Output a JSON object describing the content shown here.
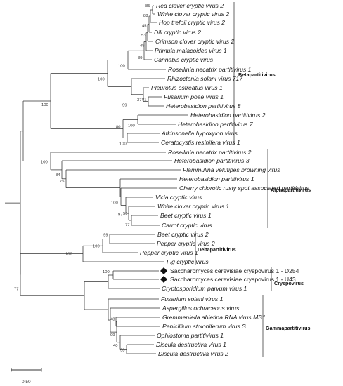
{
  "tree": {
    "leaves": [
      {
        "id": "l1",
        "name": "Red clover cryptic virus 2"
      },
      {
        "id": "l2",
        "name": "White clover cryptic virus 2"
      },
      {
        "id": "l3",
        "name": "Hop trefoil cryptic virus 2"
      },
      {
        "id": "l4",
        "name": "Dill cryptic virus 2"
      },
      {
        "id": "l5",
        "name": "Crimson clover cryptic virus 2"
      },
      {
        "id": "l6",
        "name": "Primula malacoides virus 1"
      },
      {
        "id": "l7",
        "name": "Cannabis cryptic virus"
      },
      {
        "id": "l8",
        "name": "Rosellinia necatrix partitivirus 1"
      },
      {
        "id": "l9",
        "name": "Rhizoctonia solani virus 717"
      },
      {
        "id": "l10",
        "name": "Pleurotus ostreatus virus 1"
      },
      {
        "id": "l11",
        "name": "Fusarium poae virus 1"
      },
      {
        "id": "l12",
        "name": "Heterobasidion partitivirus 8"
      },
      {
        "id": "l13",
        "name": "Heterobasidion partitivirus 2"
      },
      {
        "id": "l14",
        "name": "Heterobasidion partitivirus 7"
      },
      {
        "id": "l15",
        "name": "Atkinsonella hypoxylon virus"
      },
      {
        "id": "l16",
        "name": "Ceratocystis resinifera virus 1"
      },
      {
        "id": "l17",
        "name": "Rosellinia necatrix partitivirus 2"
      },
      {
        "id": "l18",
        "name": "Heterobasidion partitivirus 3"
      },
      {
        "id": "l19",
        "name": "Flammulina velutipes browning virus"
      },
      {
        "id": "l20",
        "name": "Heterobasidion partitivirus 1"
      },
      {
        "id": "l21",
        "name": "Cherry chlorotic rusty spot associated partitivirus"
      },
      {
        "id": "l22",
        "name": "Vicia cryptic virus"
      },
      {
        "id": "l23",
        "name": "White clover cryptic virus 1"
      },
      {
        "id": "l24",
        "name": "Beet cryptic virus 1"
      },
      {
        "id": "l25",
        "name": "Carrot cryptic virus"
      },
      {
        "id": "l26",
        "name": "Beet cryptic virus 2"
      },
      {
        "id": "l27",
        "name": "Pepper cryptic virus 2"
      },
      {
        "id": "l28",
        "name": "Pepper cryptic virus 1"
      },
      {
        "id": "l29",
        "name": "Fig cryptic virus"
      },
      {
        "id": "l30",
        "name": "Saccharomyces cerevisiae cryspovirus 1 - D254",
        "highlight": true
      },
      {
        "id": "l31",
        "name": "Saccharomyces cerevisiae cryspovirus 1 - U43",
        "highlight": true
      },
      {
        "id": "l32",
        "name": "Cryptosporidium parvum virus 1"
      },
      {
        "id": "l33",
        "name": "Fusarium solani virus 1"
      },
      {
        "id": "l34",
        "name": "Aspergillus ochraceous virus"
      },
      {
        "id": "l35",
        "name": "Gremmeniella abietina RNA virus MS1"
      },
      {
        "id": "l36",
        "name": "Penicillium stoloniferum virus S"
      },
      {
        "id": "l37",
        "name": "Ophiostoma partitivirus 1"
      },
      {
        "id": "l38",
        "name": "Discula destructiva virus 1"
      },
      {
        "id": "l39",
        "name": "Discula destructiva virus 2"
      }
    ],
    "bootstrap": [
      {
        "node": "a",
        "value": "85"
      },
      {
        "node": "b",
        "value": "88"
      },
      {
        "node": "c",
        "value": "45"
      },
      {
        "node": "d",
        "value": "53"
      },
      {
        "node": "e",
        "value": "49"
      },
      {
        "node": "f",
        "value": "39"
      },
      {
        "node": "g",
        "value": "100"
      },
      {
        "node": "h",
        "value": "37"
      },
      {
        "node": "i",
        "value": "81"
      },
      {
        "node": "j",
        "value": "99"
      },
      {
        "node": "k",
        "value": "100"
      },
      {
        "node": "l",
        "value": "100"
      },
      {
        "node": "m",
        "value": "80"
      },
      {
        "node": "n",
        "value": "100"
      },
      {
        "node": "o",
        "value": "100"
      },
      {
        "node": "p",
        "value": "84"
      },
      {
        "node": "q",
        "value": "75"
      },
      {
        "node": "r",
        "value": "100"
      },
      {
        "node": "s",
        "value": "97"
      },
      {
        "node": "t",
        "value": "50"
      },
      {
        "node": "u",
        "value": "77"
      },
      {
        "node": "v",
        "value": "99"
      },
      {
        "node": "w",
        "value": "100"
      },
      {
        "node": "x",
        "value": "100"
      },
      {
        "node": "y",
        "value": "100"
      },
      {
        "node": "z",
        "value": "77"
      },
      {
        "node": "aa",
        "value": "48"
      },
      {
        "node": "ab",
        "value": "99"
      },
      {
        "node": "ac",
        "value": "40"
      },
      {
        "node": "ad",
        "value": "93"
      },
      {
        "node": "ae",
        "value": "100"
      }
    ],
    "clades": [
      {
        "id": "beta",
        "label": "Betapartitivirus"
      },
      {
        "id": "alpha",
        "label": "Alphapartitivirus"
      },
      {
        "id": "delta",
        "label": "Deltapartitivirus"
      },
      {
        "id": "crysp",
        "label": "Cryspovirus"
      },
      {
        "id": "gamma",
        "label": "Gammapartitivirus"
      }
    ],
    "scale_bar": {
      "label": "0.50"
    }
  }
}
